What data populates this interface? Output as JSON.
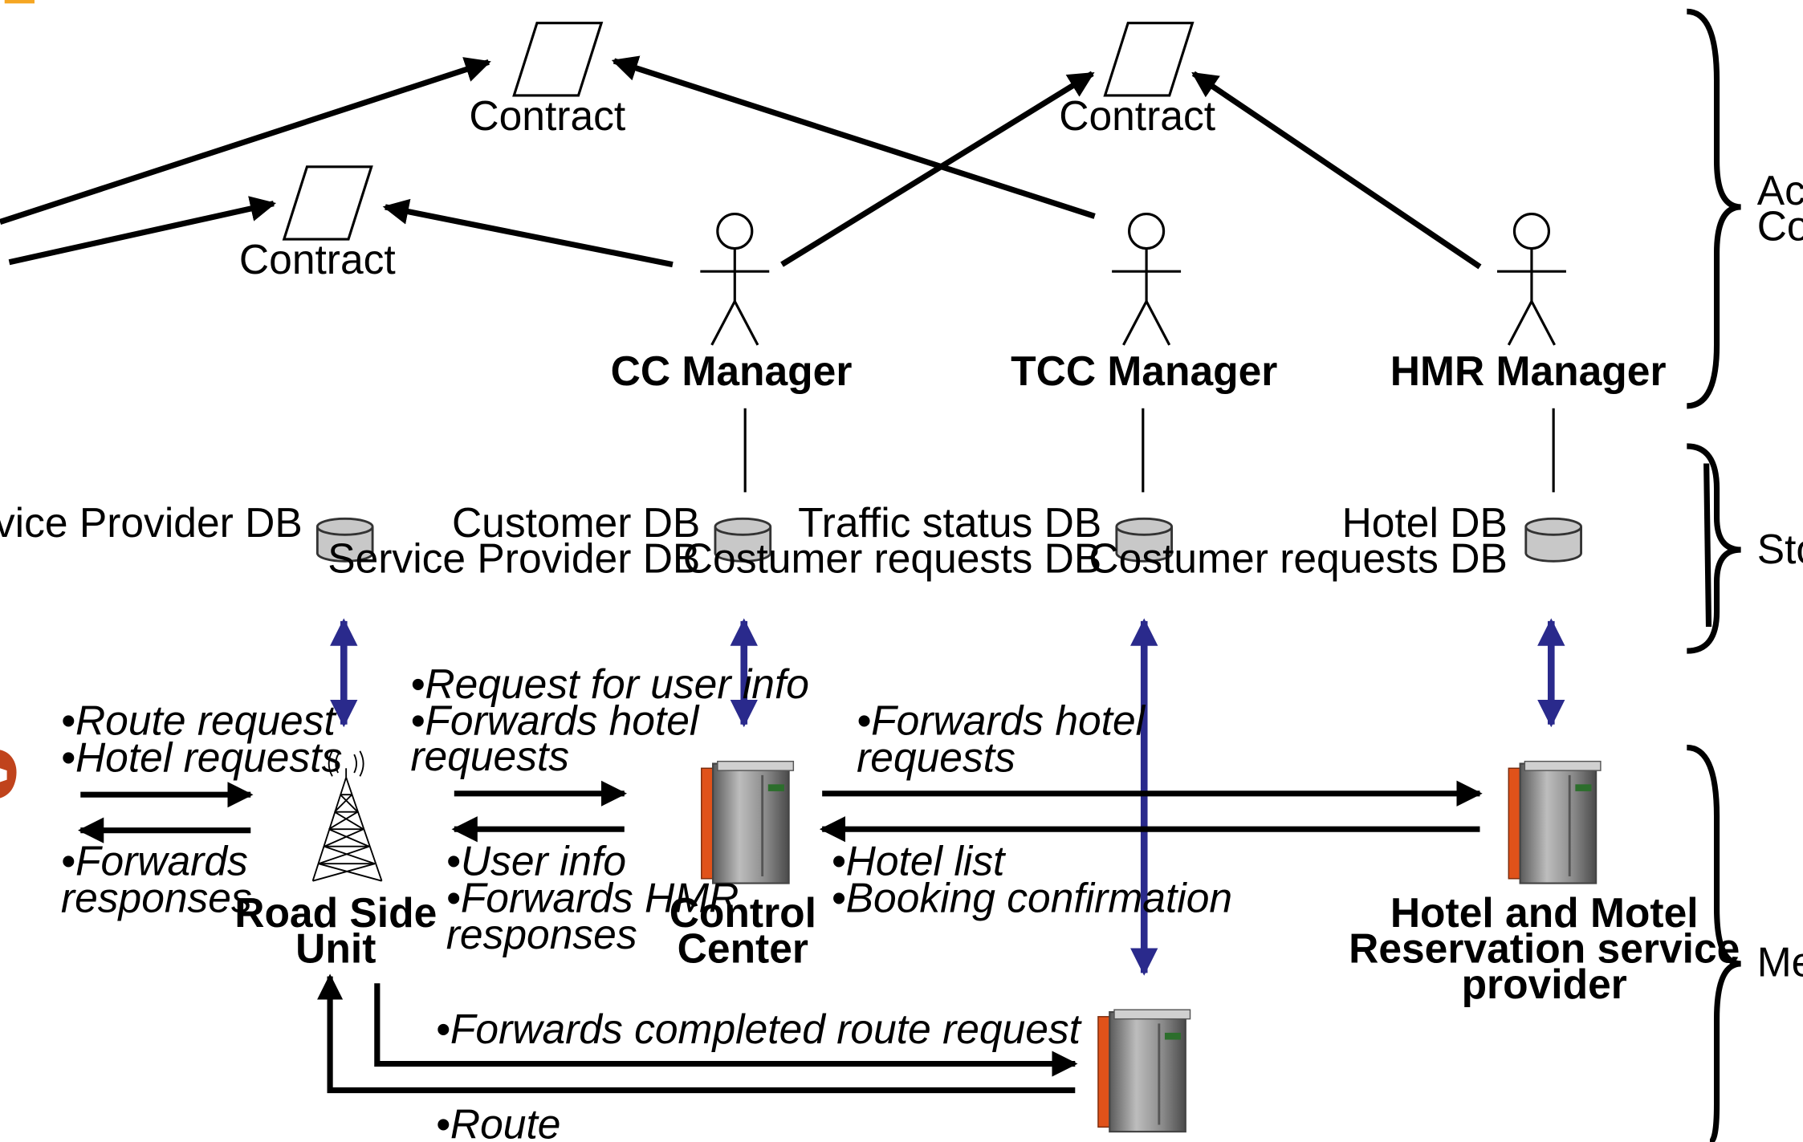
{
  "contracts": [
    {
      "label": "Contract"
    },
    {
      "label": "Contract"
    },
    {
      "label": "Contract"
    }
  ],
  "actors": [
    {
      "label": "CC Manager"
    },
    {
      "label": "TCC Manager"
    },
    {
      "label": "HMR Manager"
    }
  ],
  "databases": {
    "rsu": [
      "Service Provider DB"
    ],
    "cc": [
      "Customer DB",
      "Service Provider DB"
    ],
    "tcc": [
      "Traffic status DB",
      "Costumer requests DB"
    ],
    "hmr": [
      "Hotel DB",
      "Costumer requests DB"
    ]
  },
  "nodes": {
    "rsu": [
      "Road Side",
      "Unit"
    ],
    "cc": [
      "Control",
      "Center"
    ],
    "hmr": [
      "Hotel and Motel",
      "Reservation service",
      "provider"
    ]
  },
  "messages": {
    "vehicle_to_rsu": [
      "•Route request",
      "•Hotel requests"
    ],
    "rsu_to_vehicle": [
      "•Forwards",
      "responses"
    ],
    "rsu_to_cc": [
      "•Request for user info",
      "•Forwards hotel",
      "requests"
    ],
    "cc_to_rsu": [
      "•User info",
      "•Forwards HMR",
      "responses"
    ],
    "cc_to_hmr": [
      "•Forwards hotel",
      "requests"
    ],
    "hmr_to_cc": [
      "•Hotel list",
      "•Booking confirmation"
    ],
    "rsu_to_tcc": "•Forwards completed route request",
    "tcc_to_rsu": "•Route"
  },
  "layers": [
    {
      "label": "Acc"
    },
    {
      "label": "Cor"
    },
    {
      "label": "Sto"
    },
    {
      "label": "Mes"
    }
  ],
  "colors": {
    "db_arrows": "#2a2a8c",
    "server_accent": "#e0521a",
    "corner_mark": "#f5a623"
  }
}
